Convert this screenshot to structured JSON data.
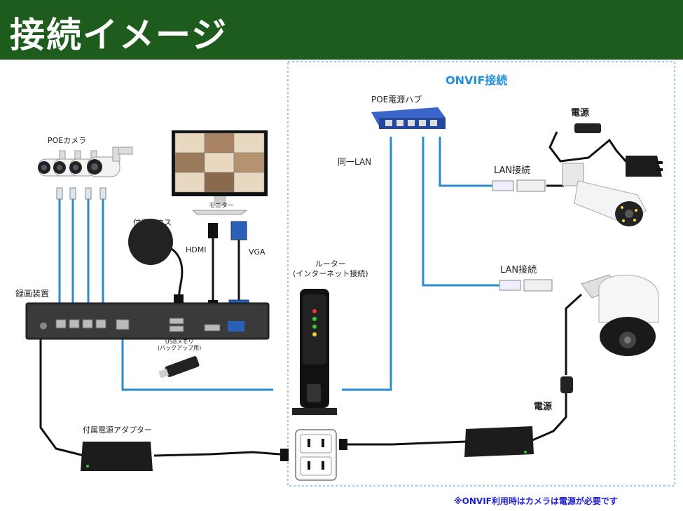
{
  "header": {
    "title": "接続イメージ"
  },
  "onvif": {
    "title": "ONVIF接続"
  },
  "labels": {
    "poe_camera": "POEカメラ",
    "monitor": "モニター",
    "mouse": "付属マウス",
    "hdmi": "HDMI",
    "vga": "VGA",
    "recorder": "録画装置",
    "usb_line1": "USBメモリ",
    "usb_line2": "(バックアップ用)",
    "adapter": "付属電源アダプター",
    "router_line1": "ルーター",
    "router_line2": "(インターネット接続)",
    "poe_hub": "POE電源ハブ",
    "same_lan": "同一LAN",
    "power_top": "電源",
    "lan_top": "LAN接続",
    "lan_bottom": "LAN接続",
    "power_bottom": "電源"
  },
  "footnote": "※ONVIF利用時はカメラは電源が必要です",
  "colors": {
    "header_bg": "#1e5c1e",
    "header_text": "#ffffff",
    "lan_cable": "#2a8bd0",
    "accent_blue": "#1e8fd8",
    "footnote": "#1f1fd6",
    "dashed_border": "#7fb8e6"
  }
}
